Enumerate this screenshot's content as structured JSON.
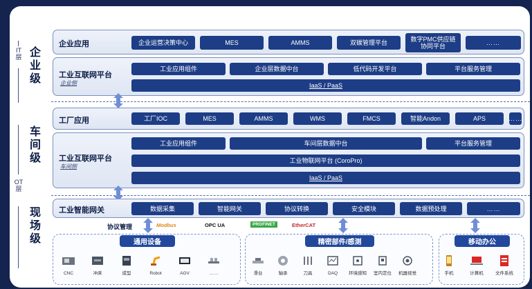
{
  "side": {
    "it_layer": "IT层",
    "ot_layer": "OT层"
  },
  "levels": {
    "enterprise": "企业级",
    "workshop": "车间级",
    "field": "现场级"
  },
  "enterprise_apps": {
    "label": "企业应用",
    "items": [
      "企业运营决策中心",
      "MES",
      "AMMS",
      "双碳管理平台",
      "数字PMC供应链协同平台",
      "……"
    ]
  },
  "enterprise_platform": {
    "label": "工业互联网平台",
    "sublabel": "企业侧",
    "row1": [
      "工业应用组件",
      "企业层数据中台",
      "低代码开发平台",
      "平台服务管理"
    ],
    "iaas": "IaaS / PaaS"
  },
  "factory_apps": {
    "label": "工厂应用",
    "items": [
      "工厂IOC",
      "MES",
      "AMMS",
      "WMS",
      "FMCS",
      "智能Andon",
      "APS",
      "……"
    ]
  },
  "workshop_platform": {
    "label": "工业互联网平台",
    "sublabel": "车间侧",
    "row1": [
      "工业应用组件",
      "车间层数据中台",
      "平台服务管理"
    ],
    "iot": "工业物联网平台 (CoroPro)",
    "iaas": "IaaS / PaaS"
  },
  "gateway": {
    "label": "工业智能网关",
    "items": [
      "数据采集",
      "智能网关",
      "协议转换",
      "安全模块",
      "数据预处理",
      "……"
    ]
  },
  "protocols": {
    "label": "协议管理",
    "items": [
      "Modbus",
      "OPC UA",
      "PROFINET",
      "EtherCAT"
    ]
  },
  "general_equipment": {
    "title": "通用设备",
    "items": [
      "CNC",
      "冲床",
      "成型",
      "Robot",
      "AGV",
      "……"
    ]
  },
  "precision_parts": {
    "title": "精密部件/感测",
    "items": [
      "滑台",
      "轴承",
      "刀具",
      "DAQ",
      "环境感知",
      "室内定位",
      "机器视觉"
    ]
  },
  "mobile_office": {
    "title": "移动办公",
    "items": [
      "手机",
      "计算机",
      "文件系统"
    ]
  },
  "colors": {
    "pill": "#1d3d86",
    "background": "#14244f",
    "panel": "#e6ecf7",
    "arrow": "#6f8ed6"
  }
}
